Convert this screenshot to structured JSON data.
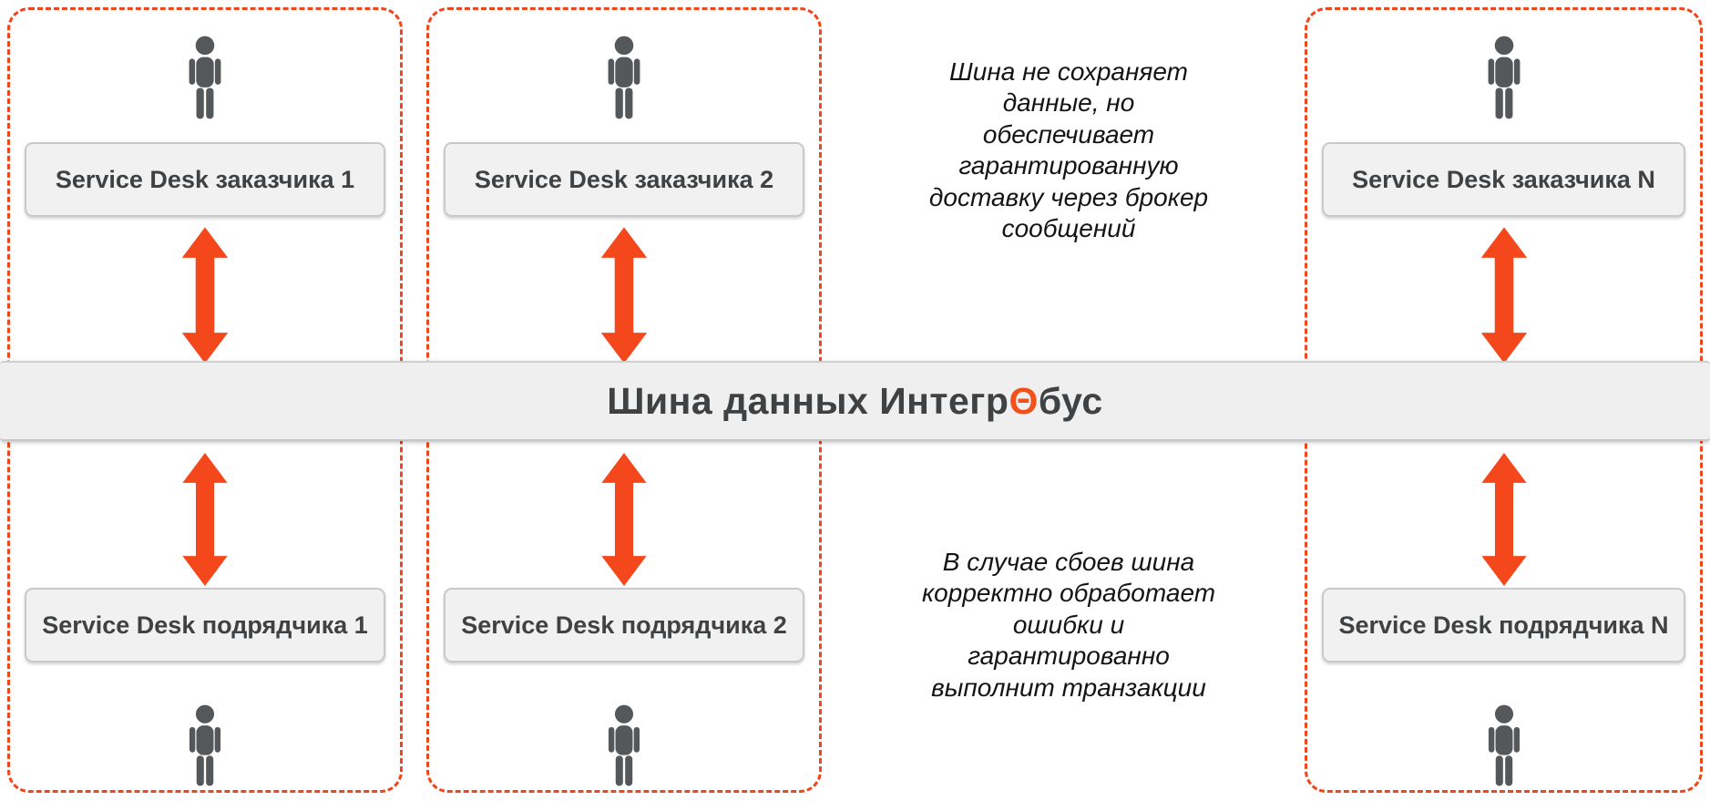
{
  "bus": {
    "title_prefix": "Шина данных Интегр",
    "title_theta": "Θ",
    "title_suffix": "бус"
  },
  "columns": [
    {
      "top_label": "Service Desk заказчика 1",
      "bottom_label": "Service Desk подрядчика 1"
    },
    {
      "top_label": "Service Desk заказчика 2",
      "bottom_label": "Service Desk подрядчика 2"
    },
    {
      "top_label": "Service Desk заказчика N",
      "bottom_label": "Service Desk подрядчика N"
    }
  ],
  "annotations": {
    "top": "Шина не сохраняет\nданные, но\nобеспечивает\nгарантированную\nдоставку через брокер\nсообщений",
    "bottom": "В случае сбоев шина\nкорректно обработает\nошибки и\nгарантированно\nвыполнит транзакции"
  },
  "icons": {
    "person": "person-silhouette",
    "double_arrow": "vertical-double-headed-arrow"
  },
  "colors": {
    "accent": "#F4481C",
    "dashed_border": "#F0461C",
    "theta": "#F1511B",
    "bus_background": "#EFEFEF",
    "box_background": "#F1F1F1",
    "box_border": "#C9C9C9",
    "text": "#3F4142",
    "person": "#54585A"
  }
}
